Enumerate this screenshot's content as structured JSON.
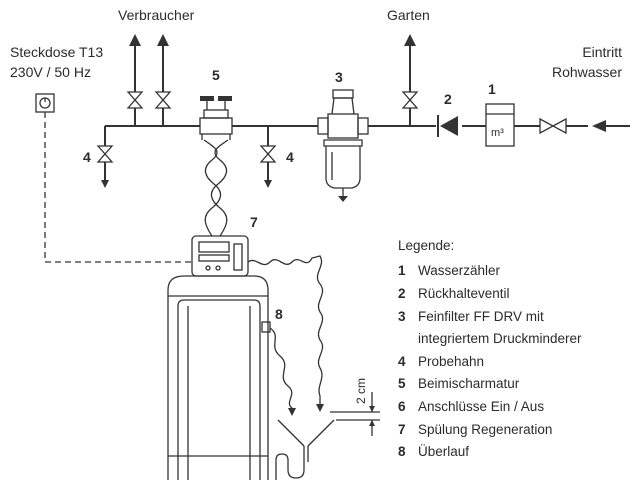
{
  "labels": {
    "outlet": "Steckdose T13",
    "outlet_spec": "230V / 50 Hz",
    "consumer": "Verbraucher",
    "garden": "Garten",
    "inlet_1": "Eintritt",
    "inlet_2": "Rohwasser",
    "meter_unit": "m³",
    "gap": "2 cm"
  },
  "markers": {
    "m1": "1",
    "m2": "2",
    "m3": "3",
    "m4a": "4",
    "m4b": "4",
    "m5": "5",
    "m7": "7",
    "m8": "8"
  },
  "legend": {
    "title": "Legende:",
    "items": [
      {
        "num": "1",
        "text": "Wasserzähler"
      },
      {
        "num": "2",
        "text": "Rückhalteventil"
      },
      {
        "num": "3",
        "text": "Feinfilter FF DRV mit"
      },
      {
        "num": "",
        "text": "integriertem Druckminderer"
      },
      {
        "num": "4",
        "text": "Probehahn"
      },
      {
        "num": "5",
        "text": "Beimischarmatur"
      },
      {
        "num": "6",
        "text": "Anschlüsse Ein / Aus"
      },
      {
        "num": "7",
        "text": "Spülung Regeneration"
      },
      {
        "num": "8",
        "text": "Überlauf"
      }
    ]
  }
}
